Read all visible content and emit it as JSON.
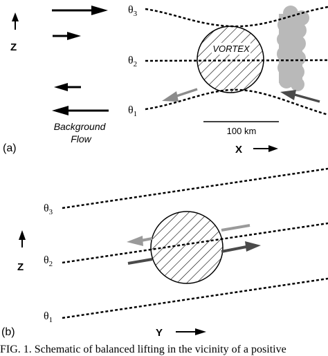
{
  "panel_a": {
    "label": "(a)",
    "z_axis_label": "Z",
    "x_axis_label": "X",
    "theta_labels": [
      {
        "base": "θ",
        "sub": "3"
      },
      {
        "base": "θ",
        "sub": "2"
      },
      {
        "base": "θ",
        "sub": "1"
      }
    ],
    "vortex_label": "VORTEX",
    "scale_bar_label": "100 km",
    "background_flow_label": [
      "Background",
      "Flow"
    ]
  },
  "panel_b": {
    "label": "(b)",
    "z_axis_label": "Z",
    "y_axis_label": "Y",
    "theta_labels": [
      {
        "base": "θ",
        "sub": "3"
      },
      {
        "base": "θ",
        "sub": "2"
      },
      {
        "base": "θ",
        "sub": "1"
      }
    ],
    "vortex_label": ""
  },
  "caption": "FIG. 1. Schematic of balanced lifting in the vicinity of a positive",
  "colors": {
    "ink": "#000000",
    "gray_arrow_light": "#8c8c8c",
    "gray_arrow_dark": "#4a4a4a",
    "cloud": "#b9b9b9"
  }
}
